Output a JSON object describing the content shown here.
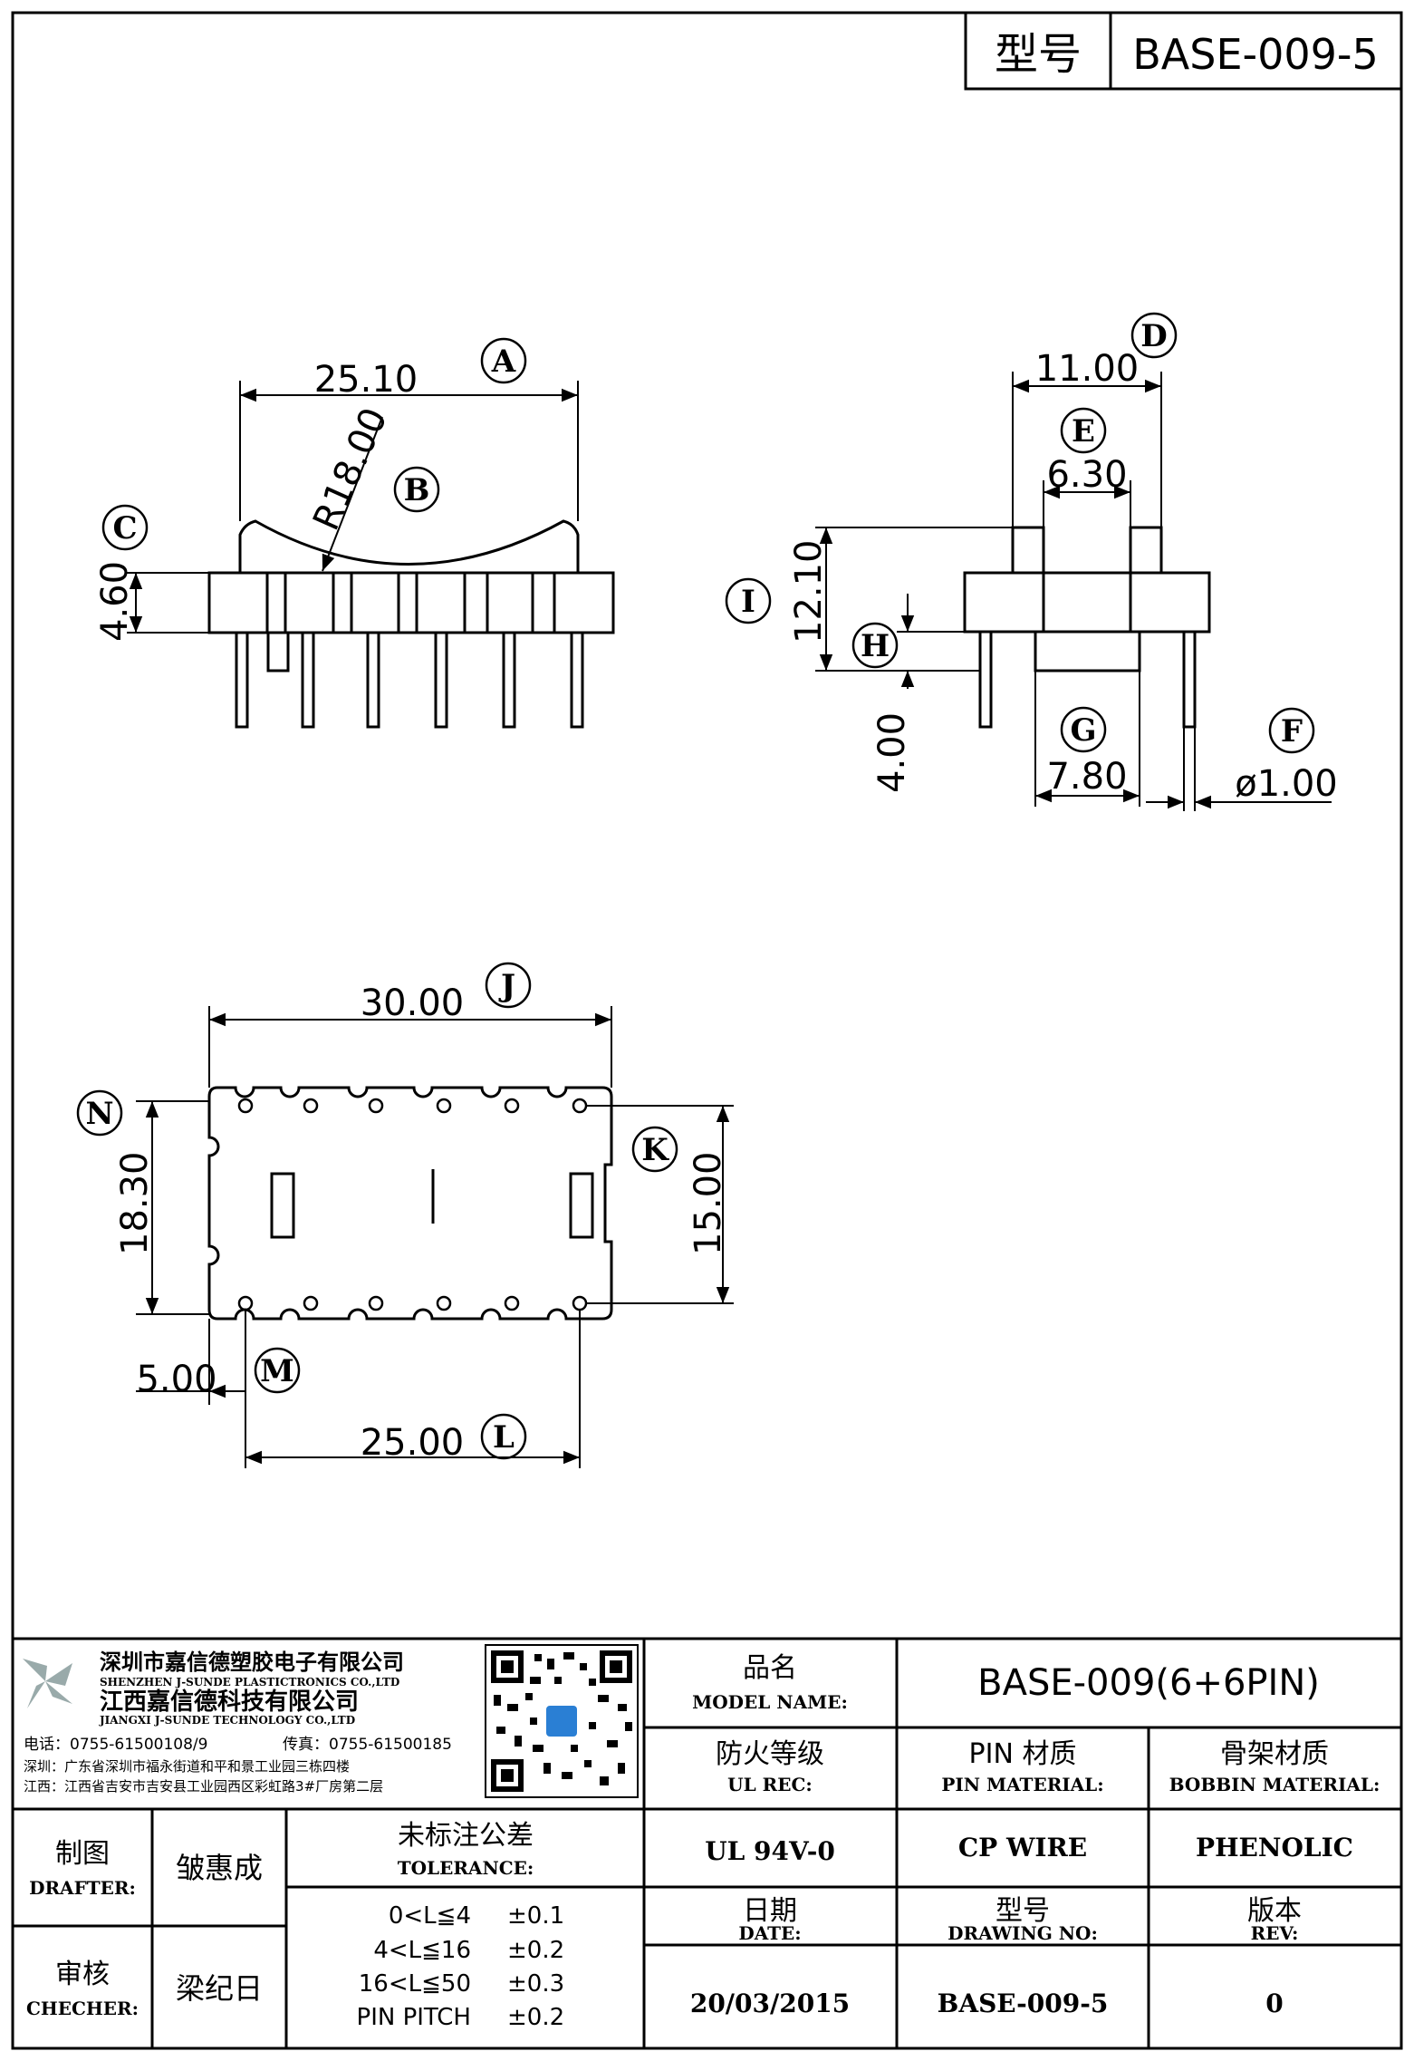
{
  "header": {
    "model_cn": "型号",
    "model_no": "BASE-009-5"
  },
  "dims": {
    "A": {
      "label": "A",
      "value": "25.10"
    },
    "B": {
      "label": "B",
      "value": "R18.00"
    },
    "C": {
      "label": "C",
      "value": "4.60"
    },
    "D": {
      "label": "D",
      "value": "11.00"
    },
    "E": {
      "label": "E",
      "value": "6.30"
    },
    "F": {
      "label": "F",
      "value": "ø1.00"
    },
    "G": {
      "label": "G",
      "value": "7.80"
    },
    "H": {
      "label": "H",
      "value": "4.00"
    },
    "I": {
      "label": "I",
      "value": "12.10"
    },
    "J": {
      "label": "J",
      "value": "30.00"
    },
    "K": {
      "label": "K",
      "value": "15.00"
    },
    "L": {
      "label": "L",
      "value": "25.00"
    },
    "M": {
      "label": "M",
      "value": "5.00"
    },
    "N": {
      "label": "N",
      "value": "18.30"
    }
  },
  "company": {
    "name_sz": "深圳市嘉信德塑胶电子有限公司",
    "name_sz_en": "SHENZHEN J-SUNDE PLASTICTRONICS CO.,LTD",
    "name_jx": "江西嘉信德科技有限公司",
    "name_jx_en": "JIANGXI J-SUNDE TECHNOLOGY CO.,LTD",
    "phone": "电话：0755-61500108/9",
    "fax": "传真：0755-61500185",
    "addr_sz": "深圳：广东省深圳市福永街道和平和景工业园三栋四楼",
    "addr_jx": "江西：江西省吉安市吉安县工业园西区彩虹路3#厂房第二层"
  },
  "table": {
    "model_name_cn": "品名",
    "model_name_en": "MODEL NAME:",
    "model_name_val": "BASE-009(6+6PIN)",
    "ul_cn": "防火等级",
    "ul_en": "UL REC:",
    "ul_val": "UL 94V-0",
    "pin_cn": "PIN 材质",
    "pin_en": "PIN MATERIAL:",
    "pin_val": "CP WIRE",
    "bobbin_cn": "骨架材质",
    "bobbin_en": "BOBBIN MATERIAL:",
    "bobbin_val": "PHENOLIC",
    "drafter_cn": "制图",
    "drafter_en": "DRAFTER:",
    "drafter_val": "皱惠成",
    "checker_cn": "审核",
    "checker_en": "CHECHER:",
    "checker_val": "梁纪日",
    "tol_cn": "未标注公差",
    "tol_en": "TOLERANCE:",
    "tol_rows": [
      {
        "range": "0<L≦4",
        "tol": "±0.1"
      },
      {
        "range": "4<L≦16",
        "tol": "±0.2"
      },
      {
        "range": "16<L≦50",
        "tol": "±0.3"
      },
      {
        "range": "PIN PITCH",
        "tol": "±0.2"
      }
    ],
    "date_cn": "日期",
    "date_en": "DATE:",
    "date_val": "20/03/2015",
    "drawing_cn": "型号",
    "drawing_en": "DRAWING NO:",
    "drawing_val": "BASE-009-5",
    "rev_cn": "版本",
    "rev_en": "REV:",
    "rev_val": "0"
  }
}
